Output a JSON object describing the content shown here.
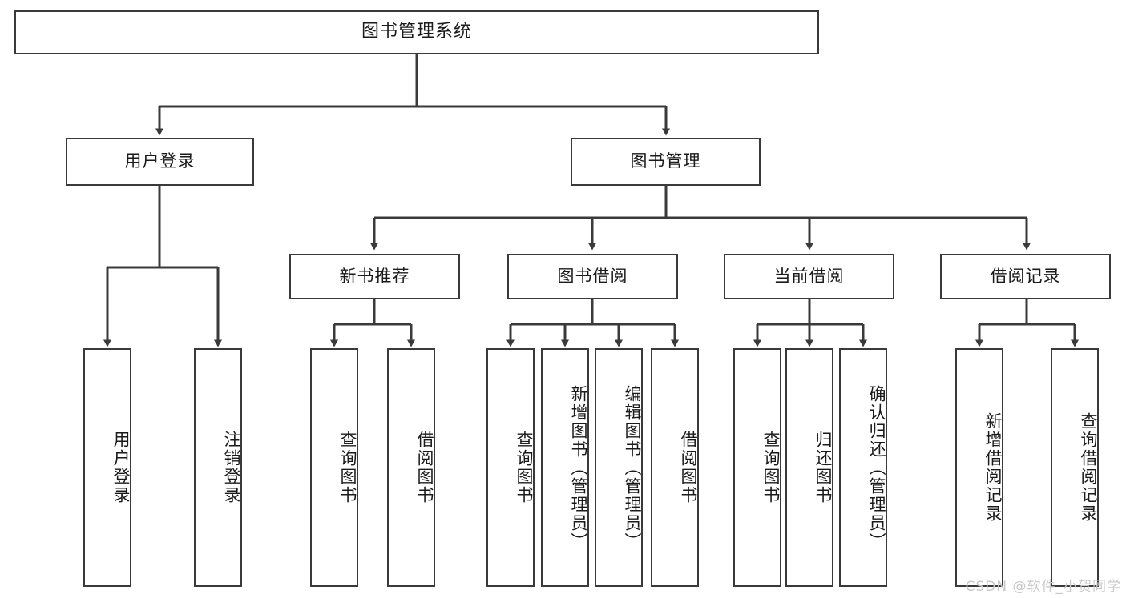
{
  "diagram": {
    "type": "tree",
    "title": "图书管理系统",
    "watermark": "CSDN @软件_小贺同学",
    "colors": {
      "box_border": "#3a3a3a",
      "box_fill": "#ffffff",
      "connector": "#3a3a3a",
      "text": "#1a1a1a",
      "watermark": "#c9c9c9"
    },
    "root": {
      "label": "图书管理系统"
    },
    "level2": [
      {
        "label": "用户登录"
      },
      {
        "label": "图书管理"
      }
    ],
    "level3": [
      {
        "label": "新书推荐"
      },
      {
        "label": "图书借阅"
      },
      {
        "label": "当前借阅"
      },
      {
        "label": "借阅记录"
      }
    ],
    "leaves": {
      "user_login": [
        {
          "label": "用户登录"
        },
        {
          "label": "注销登录"
        }
      ],
      "new_book_recommend": [
        {
          "label": "查询图书"
        },
        {
          "label": "借阅图书"
        }
      ],
      "book_borrow": [
        {
          "label": "查询图书"
        },
        {
          "label": "新增图书（管理员）"
        },
        {
          "label": "编辑图书（管理员）"
        },
        {
          "label": "借阅图书"
        }
      ],
      "current_borrow": [
        {
          "label": "查询图书"
        },
        {
          "label": "归还图书"
        },
        {
          "label": "确认归还（管理员）"
        }
      ],
      "borrow_record": [
        {
          "label": "新增借阅记录"
        },
        {
          "label": "查询借阅记录"
        }
      ]
    }
  }
}
